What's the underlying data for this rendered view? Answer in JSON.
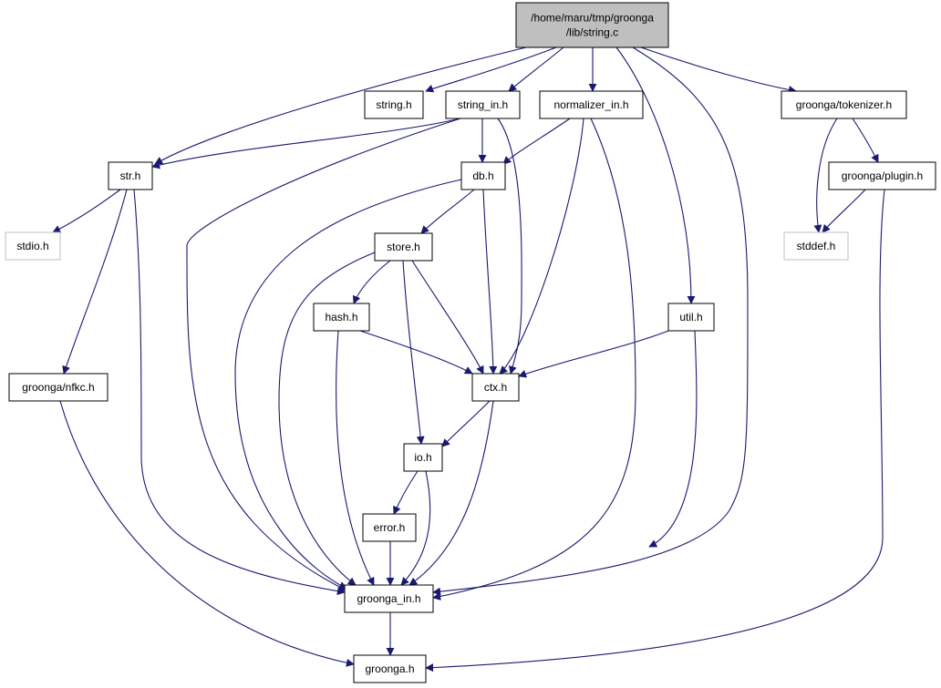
{
  "graph": {
    "colors": {
      "edge": "#191970",
      "root_fill": "#bfbfbf",
      "external_border": "#bfbfbf",
      "node_border": "#000000"
    },
    "nodes": [
      {
        "id": "root",
        "lines": [
          "/home/maru/tmp/groonga",
          "/lib/string.c"
        ],
        "kind": "root"
      },
      {
        "id": "string_h",
        "lines": [
          "string.h"
        ],
        "kind": "normal"
      },
      {
        "id": "string_in_h",
        "lines": [
          "string_in.h"
        ],
        "kind": "normal"
      },
      {
        "id": "normalizer_in_h",
        "lines": [
          "normalizer_in.h"
        ],
        "kind": "normal"
      },
      {
        "id": "tokenizer_h",
        "lines": [
          "groonga/tokenizer.h"
        ],
        "kind": "normal"
      },
      {
        "id": "str_h",
        "lines": [
          "str.h"
        ],
        "kind": "normal"
      },
      {
        "id": "db_h",
        "lines": [
          "db.h"
        ],
        "kind": "normal"
      },
      {
        "id": "plugin_h",
        "lines": [
          "groonga/plugin.h"
        ],
        "kind": "normal"
      },
      {
        "id": "stdio_h",
        "lines": [
          "stdio.h"
        ],
        "kind": "external"
      },
      {
        "id": "stddef_h",
        "lines": [
          "stddef.h"
        ],
        "kind": "external"
      },
      {
        "id": "store_h",
        "lines": [
          "store.h"
        ],
        "kind": "normal"
      },
      {
        "id": "hash_h",
        "lines": [
          "hash.h"
        ],
        "kind": "normal"
      },
      {
        "id": "util_h",
        "lines": [
          "util.h"
        ],
        "kind": "normal"
      },
      {
        "id": "nfkc_h",
        "lines": [
          "groonga/nfkc.h"
        ],
        "kind": "normal"
      },
      {
        "id": "ctx_h",
        "lines": [
          "ctx.h"
        ],
        "kind": "normal"
      },
      {
        "id": "io_h",
        "lines": [
          "io.h"
        ],
        "kind": "normal"
      },
      {
        "id": "error_h",
        "lines": [
          "error.h"
        ],
        "kind": "normal"
      },
      {
        "id": "groonga_in_h",
        "lines": [
          "groonga_in.h"
        ],
        "kind": "normal"
      },
      {
        "id": "groonga_h",
        "lines": [
          "groonga.h"
        ],
        "kind": "normal"
      }
    ],
    "edges": [
      [
        "root",
        "string_h"
      ],
      [
        "root",
        "string_in_h"
      ],
      [
        "root",
        "normalizer_in_h"
      ],
      [
        "root",
        "tokenizer_h"
      ],
      [
        "root",
        "str_h"
      ],
      [
        "root",
        "util_h"
      ],
      [
        "root",
        "groonga_in_h"
      ],
      [
        "string_in_h",
        "str_h"
      ],
      [
        "string_in_h",
        "db_h"
      ],
      [
        "string_in_h",
        "ctx_h"
      ],
      [
        "string_in_h",
        "groonga_in_h"
      ],
      [
        "normalizer_in_h",
        "db_h"
      ],
      [
        "normalizer_in_h",
        "ctx_h"
      ],
      [
        "normalizer_in_h",
        "groonga_in_h"
      ],
      [
        "tokenizer_h",
        "plugin_h"
      ],
      [
        "tokenizer_h",
        "stddef_h"
      ],
      [
        "plugin_h",
        "stddef_h"
      ],
      [
        "plugin_h",
        "groonga_h"
      ],
      [
        "str_h",
        "stdio_h"
      ],
      [
        "str_h",
        "nfkc_h"
      ],
      [
        "str_h",
        "groonga_in_h"
      ],
      [
        "db_h",
        "store_h"
      ],
      [
        "db_h",
        "ctx_h"
      ],
      [
        "db_h",
        "groonga_in_h"
      ],
      [
        "store_h",
        "hash_h"
      ],
      [
        "store_h",
        "ctx_h"
      ],
      [
        "store_h",
        "io_h"
      ],
      [
        "store_h",
        "groonga_in_h"
      ],
      [
        "hash_h",
        "ctx_h"
      ],
      [
        "hash_h",
        "groonga_in_h"
      ],
      [
        "util_h",
        "ctx_h"
      ],
      [
        "util_h",
        "groonga_in_h"
      ],
      [
        "ctx_h",
        "io_h"
      ],
      [
        "ctx_h",
        "groonga_in_h"
      ],
      [
        "io_h",
        "error_h"
      ],
      [
        "io_h",
        "groonga_in_h"
      ],
      [
        "error_h",
        "groonga_in_h"
      ],
      [
        "nfkc_h",
        "groonga_h"
      ],
      [
        "groonga_in_h",
        "groonga_h"
      ]
    ]
  }
}
